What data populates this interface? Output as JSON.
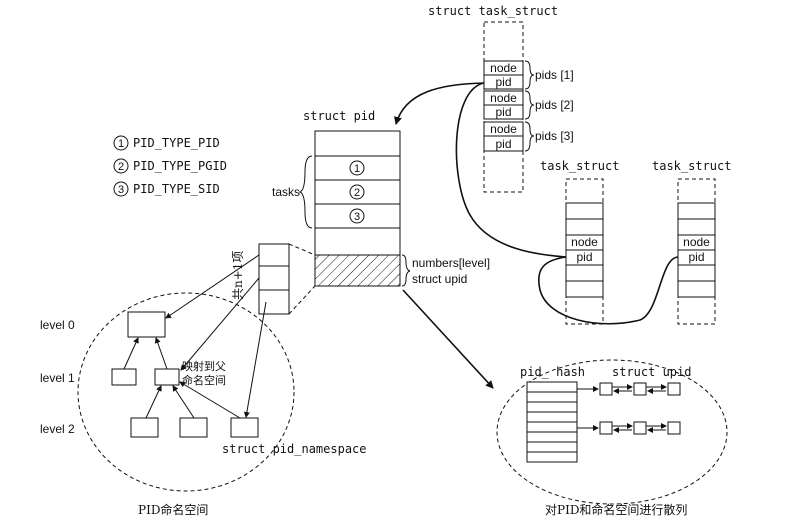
{
  "legend": {
    "items": [
      {
        "num": "1",
        "label": "PID_TYPE_PID"
      },
      {
        "num": "2",
        "label": "PID_TYPE_PGID"
      },
      {
        "num": "3",
        "label": "PID_TYPE_SID"
      }
    ]
  },
  "task_struct_main": {
    "title": "struct task_struct",
    "node": "node",
    "pid": "pid",
    "pids": [
      "pids [1]",
      "pids [2]",
      "pids [3]"
    ]
  },
  "struct_pid": {
    "title": "struct pid",
    "tasks_label": "tasks",
    "slots": [
      "1",
      "2",
      "3"
    ],
    "numbers_label": "numbers[level]",
    "upid_label": "struct upid"
  },
  "task_struct_a": {
    "title": "task_struct",
    "node": "node",
    "pid": "pid"
  },
  "task_struct_b": {
    "title": "task_struct",
    "node": "node",
    "pid": "pid"
  },
  "namespace": {
    "count_label": "共n+1项",
    "levels": [
      "level 0",
      "level 1",
      "level 2"
    ],
    "map_label_1": "映射到父",
    "map_label_2": "命名空间",
    "ns_label": "struct pid_namespace",
    "caption": "PID命名空间"
  },
  "hash": {
    "pid_hash_label": "pid_ hash",
    "upid_label": "struct upid",
    "caption": "对PID和命名空间进行散列"
  }
}
